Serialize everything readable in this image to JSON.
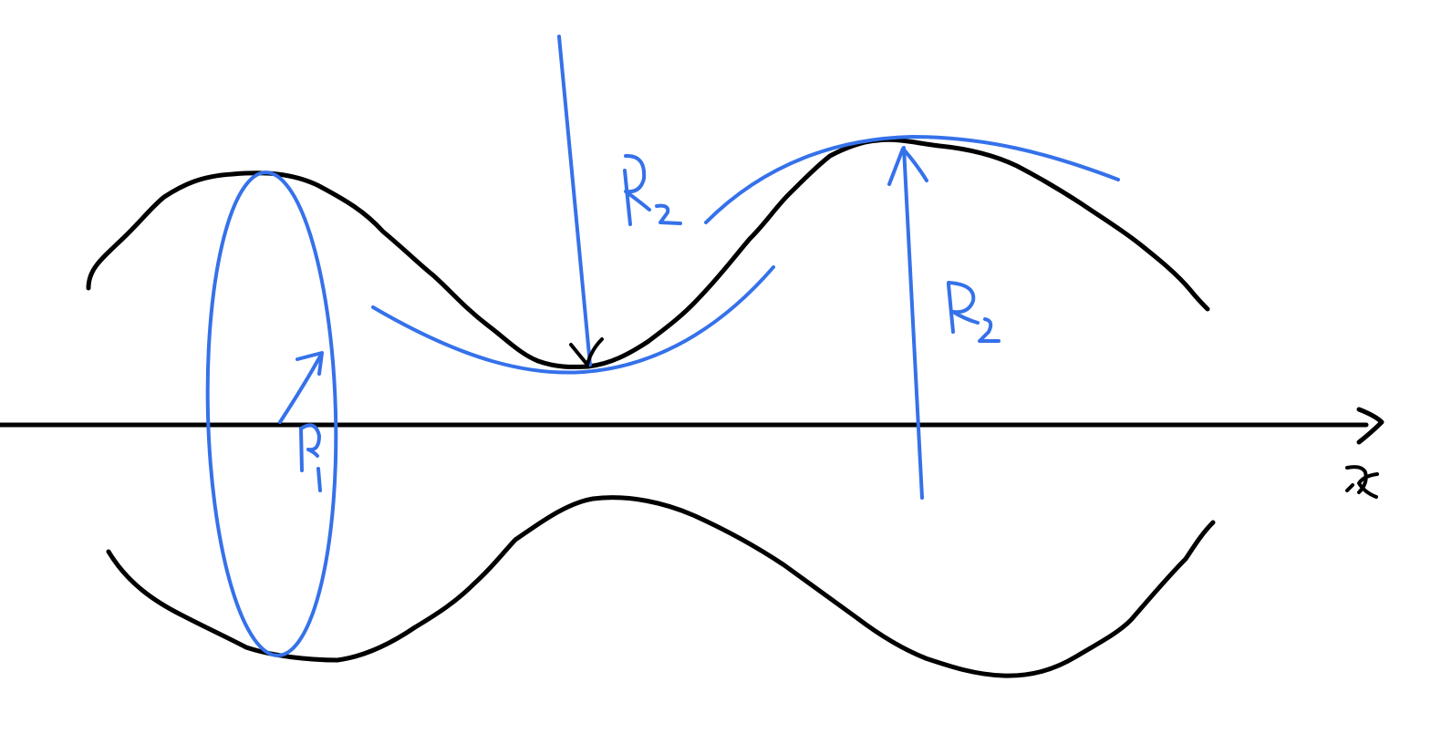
{
  "colors": {
    "ink_black": "#000000",
    "ink_blue": "#3571EA",
    "background": "#FFFFFF"
  },
  "labels": {
    "r1": "R1",
    "r2_valley": "R2",
    "r2_peak": "R2",
    "axis_x": "x"
  }
}
